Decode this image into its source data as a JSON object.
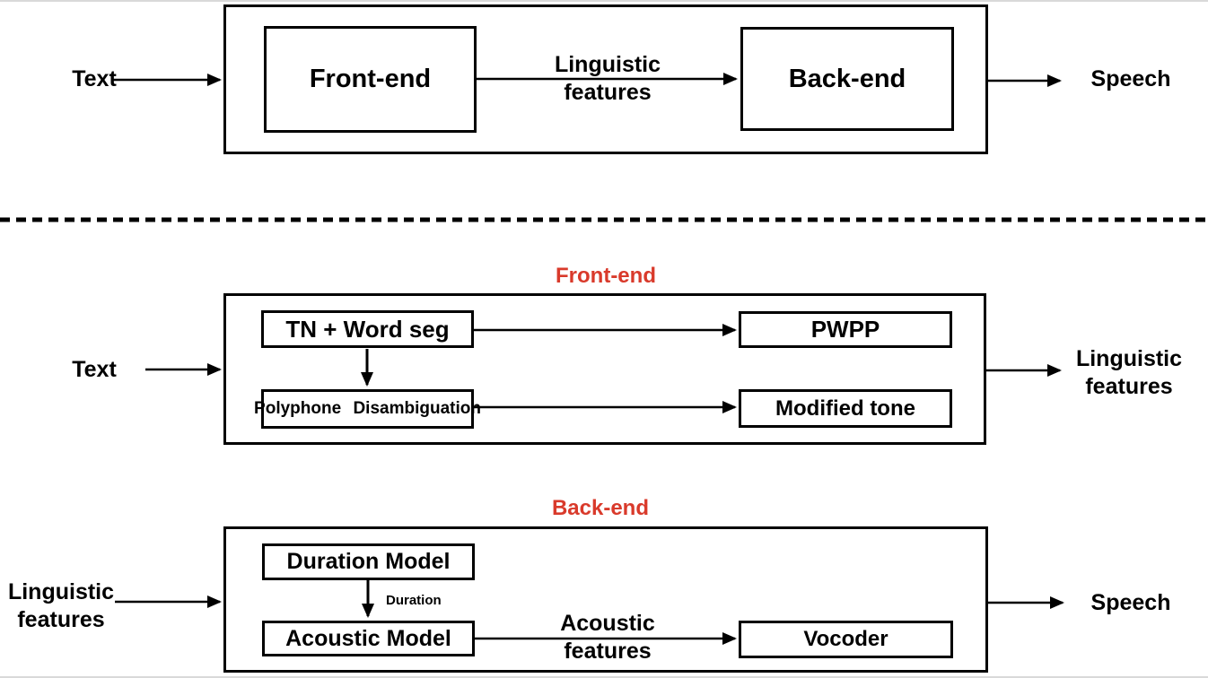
{
  "colors": {
    "section_title_red": "#d93a2b",
    "diagram_black": "#000000"
  },
  "overview": {
    "input_label": "Text",
    "front_end_label": "Front-end",
    "edge_label": {
      "line1": "Linguistic",
      "line2": "features"
    },
    "back_end_label": "Back-end",
    "output_label": "Speech"
  },
  "front_end": {
    "title": "Front-end",
    "input_label": "Text",
    "tn_word_seg": "TN + Word seg",
    "pwpp": "PWPP",
    "polyphone_disambiguation": "Polyphone Disambiguation",
    "modified_tone": "Modified tone",
    "output_label": {
      "line1": "Linguistic",
      "line2": "features"
    }
  },
  "back_end": {
    "title": "Back-end",
    "input_label": {
      "line1": "Linguistic",
      "line2": "features"
    },
    "duration_model": "Duration Model",
    "duration_edge_label": "Duration",
    "acoustic_model": "Acoustic Model",
    "acoustic_edge_label": {
      "line1": "Acoustic",
      "line2": "features"
    },
    "vocoder": "Vocoder",
    "output_label": "Speech"
  }
}
